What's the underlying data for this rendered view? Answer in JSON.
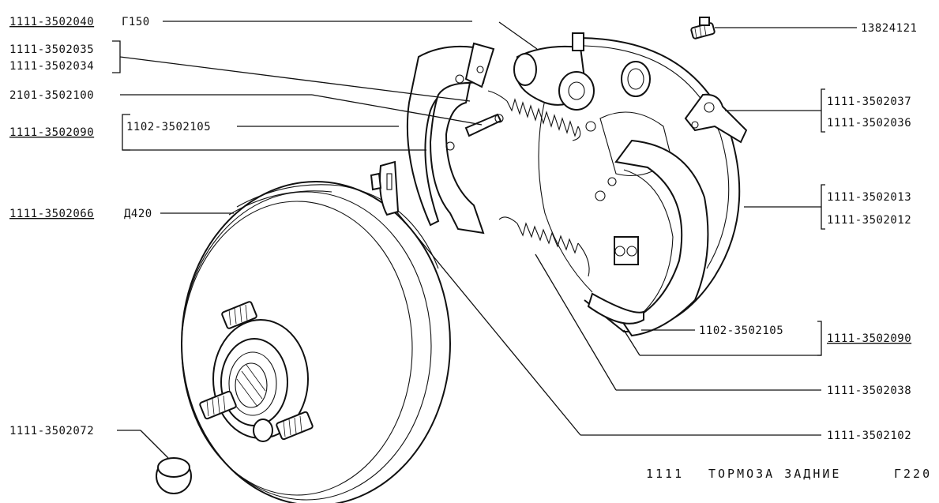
{
  "callouts": {
    "wheel_cylinder": {
      "code": "1111-3502040",
      "suffix": "Г150"
    },
    "shoe_pair_a": {
      "code1": "1111-3502035",
      "code2": "1111-3502034"
    },
    "strut": {
      "code": "2101-3502100"
    },
    "shoe_left": {
      "code": "1111-3502090",
      "sub": "1102-3502105"
    },
    "drum": {
      "code": "1111-3502066",
      "suffix": "Д420"
    },
    "plug": {
      "code": "1111-3502072"
    },
    "bleeder": {
      "code": "13824121"
    },
    "lever_pair": {
      "code1": "1111-3502037",
      "code2": "1111-3502036"
    },
    "backing_pair": {
      "code1": "1111-3502013",
      "code2": "1111-3502012"
    },
    "shoe_right": {
      "sub": "1102-3502105",
      "code": "1111-3502090"
    },
    "spring_lower": {
      "code": "1111-3502038"
    },
    "clip": {
      "code": "1111-3502102"
    }
  },
  "footer": {
    "model": "1111",
    "title": "ТОРМОЗА ЗАДНИЕ",
    "page": "Г220"
  }
}
